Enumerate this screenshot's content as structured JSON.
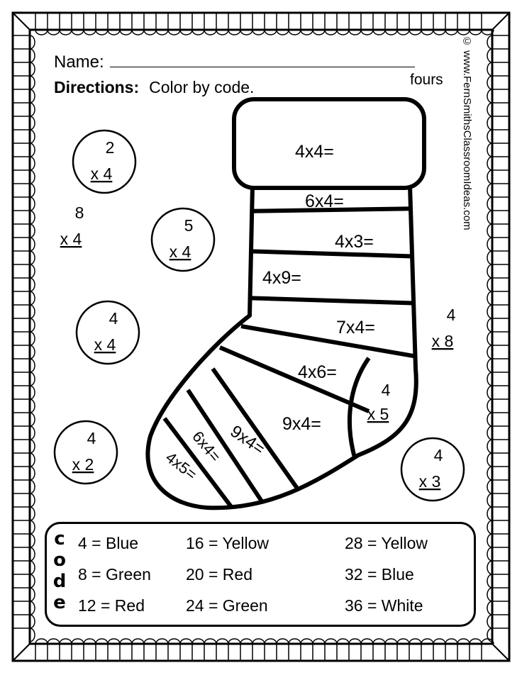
{
  "header": {
    "name_label": "Name:",
    "directions_label": "Directions:",
    "directions_text": "Color by code.",
    "fact_family": "fours",
    "credit": "© www.FernSmithsClassroomIdeas.com"
  },
  "stocking_problems": [
    "4x4=",
    "6x4=",
    "4x3=",
    "4x9=",
    "7x4=",
    "4x6=",
    "9x4=",
    "9x4=",
    "6x4=",
    "4x5="
  ],
  "heel_problem": {
    "top": "4",
    "bottom": "x 5"
  },
  "circle_problems": [
    {
      "top": "2",
      "bottom": "x 4"
    },
    {
      "top": "5",
      "bottom": "x 4"
    },
    {
      "top": "4",
      "bottom": "x 4"
    },
    {
      "top": "4",
      "bottom": "x 2"
    },
    {
      "top": "4",
      "bottom": "x 3"
    }
  ],
  "free_problems": [
    {
      "top": "8",
      "bottom": "x 4"
    },
    {
      "top": "4",
      "bottom": "x 8"
    }
  ],
  "code": {
    "title_letters": [
      "c",
      "o",
      "d",
      "e"
    ],
    "items": [
      "4 = Blue",
      "8 = Green",
      "12 = Red",
      "16 = Yellow",
      "20 = Red",
      "24 = Green",
      "28 = Yellow",
      "32 = Blue",
      "36 = White"
    ]
  }
}
